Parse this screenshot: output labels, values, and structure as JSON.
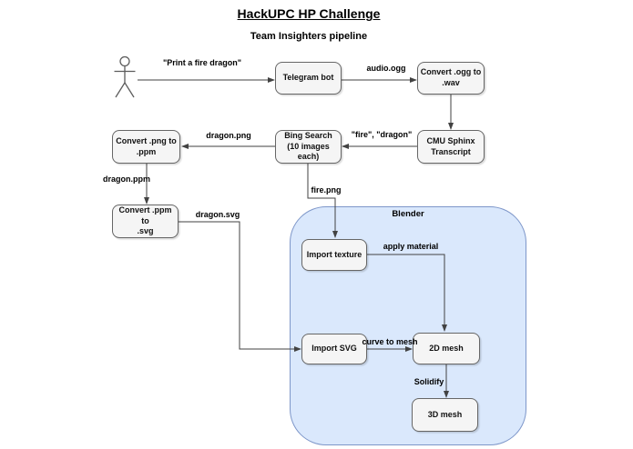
{
  "header": {
    "title": "HackUPC HP Challenge",
    "subtitle": "Team Insighters pipeline"
  },
  "icons": {
    "actor": "stick-figure-actor"
  },
  "nodes": {
    "telegram_bot": {
      "label": "Telegram bot"
    },
    "convert_ogg_wav": {
      "label": "Convert .ogg to\n.wav"
    },
    "cmu_sphinx": {
      "label": "CMU Sphinx\nTranscript"
    },
    "bing_search": {
      "label": "Bing Search\n(10 images each)"
    },
    "convert_png_ppm": {
      "label": "Convert .png to\n.ppm"
    },
    "convert_ppm_svg": {
      "label": "Convert .ppm to\n.svg"
    },
    "import_texture": {
      "label": "Import texture"
    },
    "import_svg": {
      "label": "Import SVG"
    },
    "mesh_2d": {
      "label": "2D mesh"
    },
    "mesh_3d": {
      "label": "3D mesh"
    }
  },
  "container": {
    "label": "Blender"
  },
  "edge_labels": {
    "print_dragon": "\"Print a fire dragon\"",
    "audio_ogg": "audio.ogg",
    "fire_dragon": "\"fire\", \"dragon\"",
    "dragon_png": "dragon.png",
    "dragon_ppm": "dragon.ppm",
    "dragon_svg": "dragon.svg",
    "fire_png": "fire.png",
    "apply_material": "apply material",
    "curve_to_mesh": "curve to mesh",
    "solidify": "Solidify"
  },
  "colors": {
    "node_fill": "#f5f5f5",
    "node_border": "#666666",
    "container_fill": "#dae8fc",
    "container_border": "#7d96c9",
    "connector": "#424242",
    "text": "#000000"
  }
}
